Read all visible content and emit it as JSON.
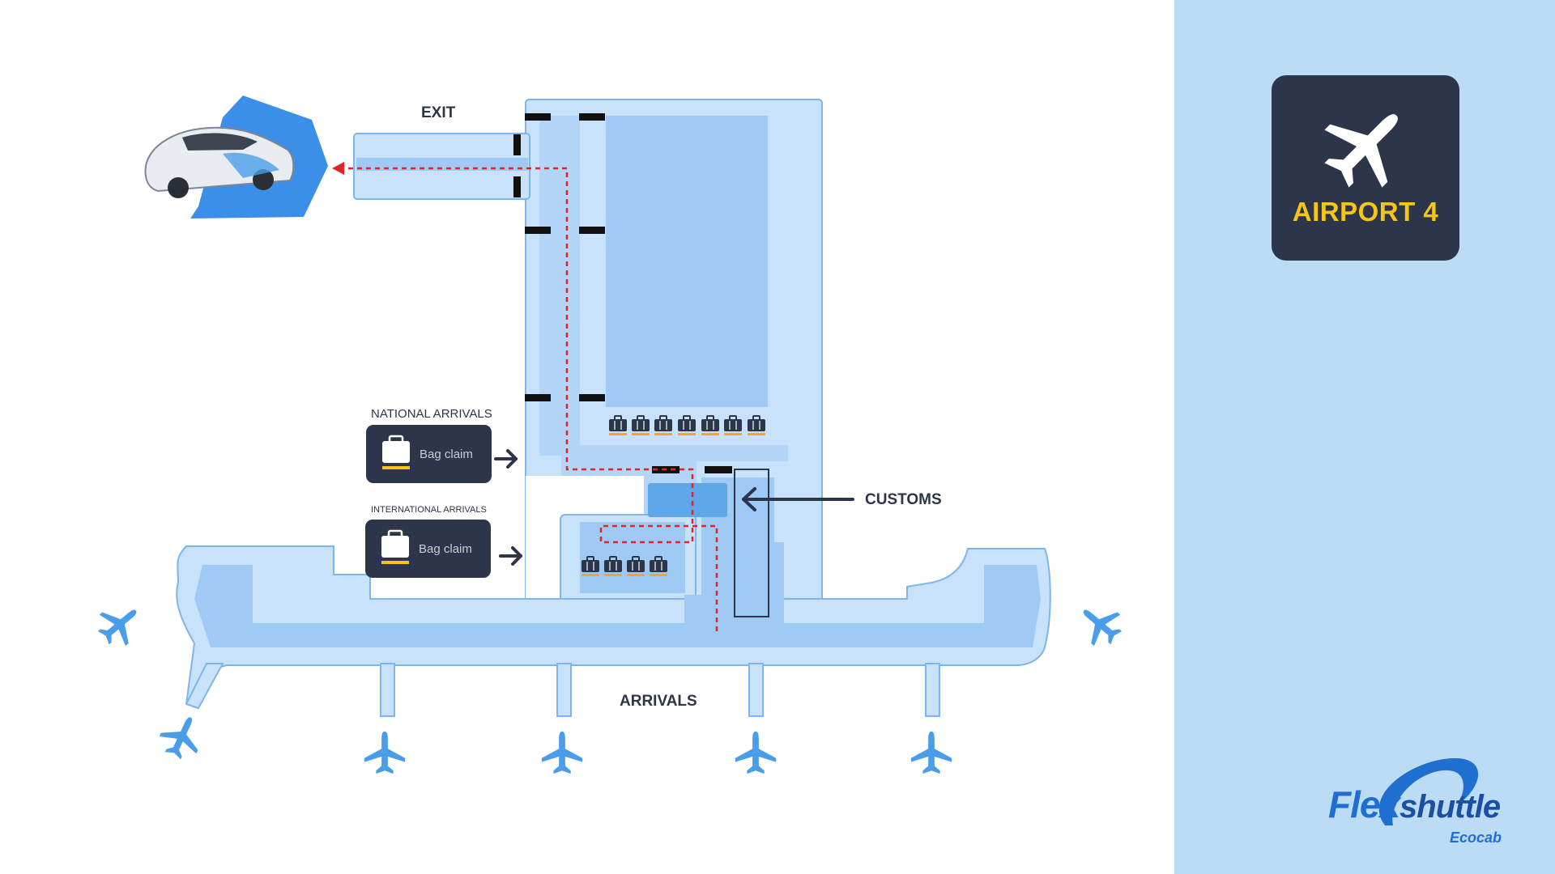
{
  "map": {
    "exit_label": "EXIT",
    "national_label": "NATIONAL ARRIVALS",
    "international_label": "INTERNATIONAL ARRIVALS",
    "national_sign": "Bag claim",
    "international_sign": "Bag claim",
    "customs_label": "CUSTOMS",
    "arrivals_label": "ARRIVALS"
  },
  "side": {
    "airport_title": "AIRPORT 4",
    "airport_icon": "airplane-icon"
  },
  "brand": {
    "name_main": "Flex",
    "name_tail": "shuttle",
    "sub": "Ecocab"
  },
  "colors": {
    "terminal_light": "#c9e2fb",
    "terminal_mid": "#9fcaf6",
    "outline": "#6fa8e6",
    "sign_dark": "#2c3549",
    "accent_yellow": "#f5c518",
    "route_red": "#e0242a",
    "plane_blue": "#4a9de8"
  }
}
